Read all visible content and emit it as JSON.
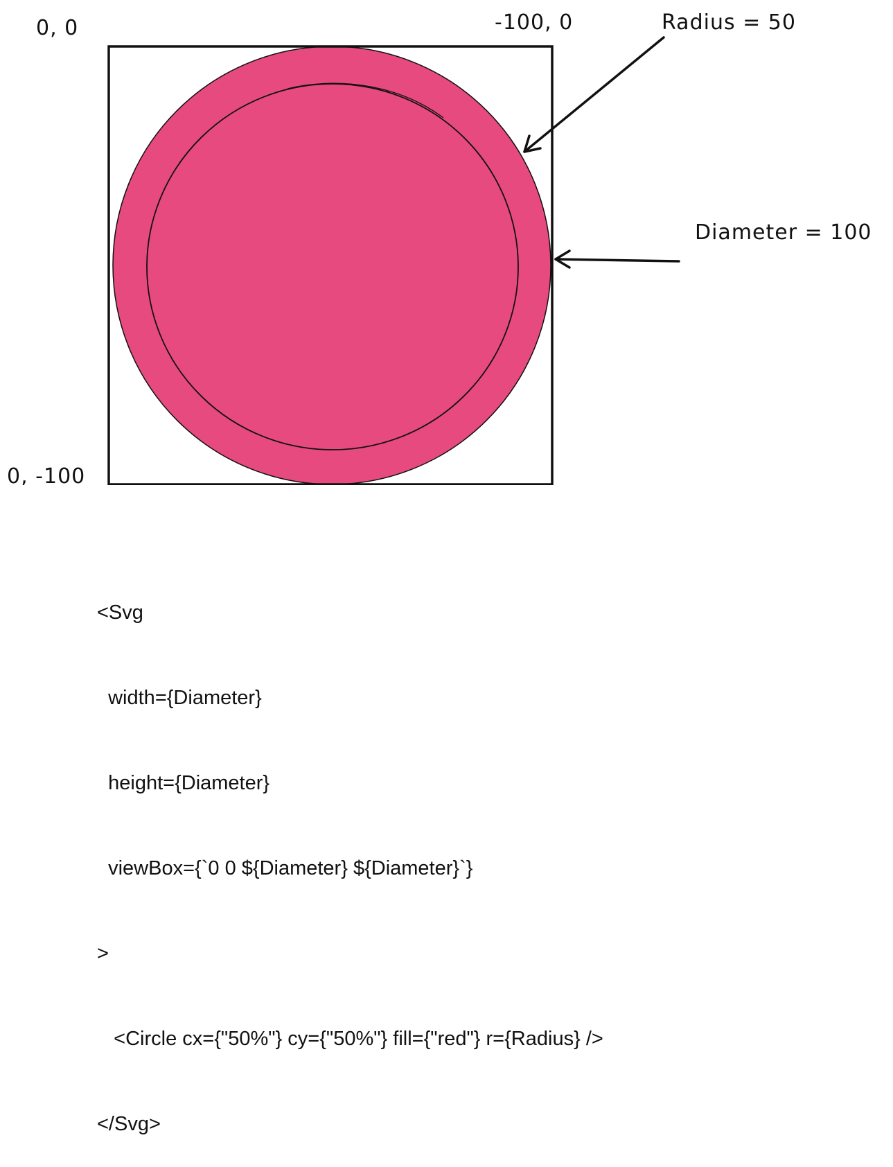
{
  "colors": {
    "circle_fill": "#e64a7e",
    "stroke": "#111111",
    "background": "#ffffff"
  },
  "labels": {
    "corner_top_left": "0, 0",
    "corner_top_right": "-100, 0",
    "corner_bottom_left": "0, -100",
    "radius": "Radius = 50",
    "diameter": "Diameter = 100"
  },
  "code_lines": [
    "<Svg",
    "  width={Diameter}",
    "  height={Diameter}",
    "  viewBox={`0 0 ${Diameter} ${Diameter}`}",
    ">",
    "   <Circle cx={\"50%\"} cy={\"50%\"} fill={\"red\"} r={Radius} />",
    "</Svg>"
  ]
}
